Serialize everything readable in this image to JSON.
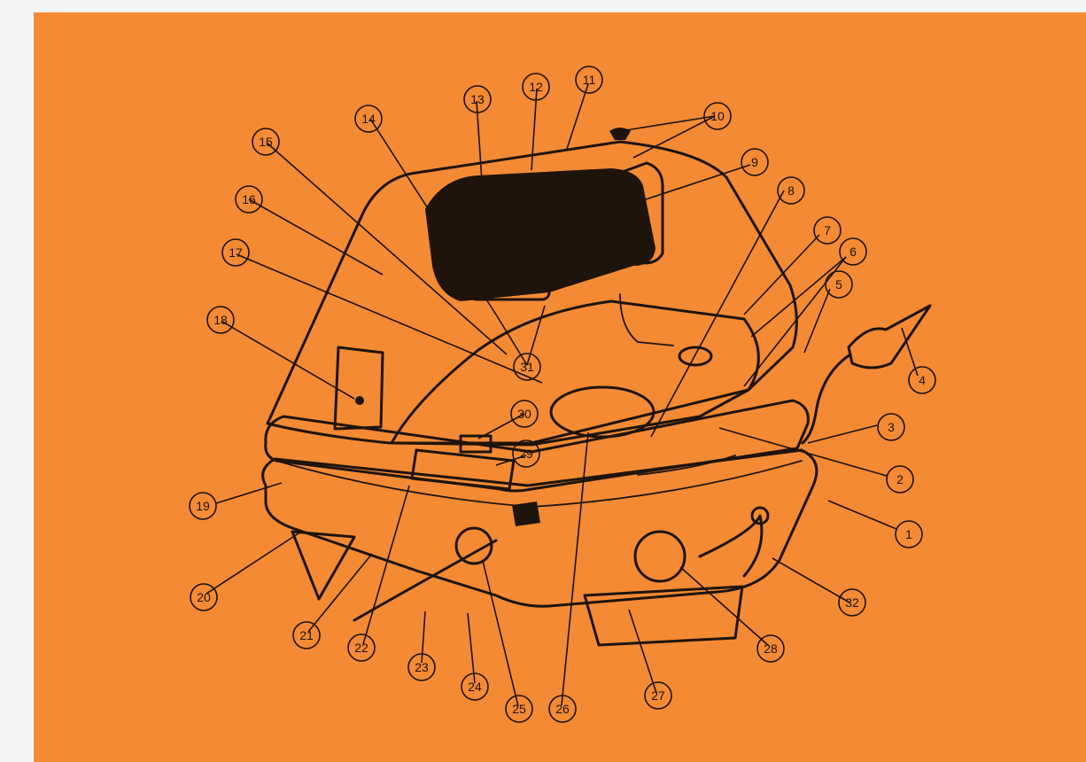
{
  "figure": {
    "accent_color": "#f48a33",
    "ink_color": "#1e140c",
    "callouts": [
      {
        "label": "1"
      },
      {
        "label": "2"
      },
      {
        "label": "3"
      },
      {
        "label": "4"
      },
      {
        "label": "5"
      },
      {
        "label": "6"
      },
      {
        "label": "7"
      },
      {
        "label": "8"
      },
      {
        "label": "9"
      },
      {
        "label": "10"
      },
      {
        "label": "11"
      },
      {
        "label": "12"
      },
      {
        "label": "13"
      },
      {
        "label": "14"
      },
      {
        "label": "15"
      },
      {
        "label": "16"
      },
      {
        "label": "17"
      },
      {
        "label": "18"
      },
      {
        "label": "19"
      },
      {
        "label": "20"
      },
      {
        "label": "21"
      },
      {
        "label": "22"
      },
      {
        "label": "23"
      },
      {
        "label": "24"
      },
      {
        "label": "25"
      },
      {
        "label": "26"
      },
      {
        "label": "27"
      },
      {
        "label": "28"
      },
      {
        "label": "29"
      },
      {
        "label": "30"
      },
      {
        "label": "31"
      },
      {
        "label": "32"
      }
    ]
  }
}
